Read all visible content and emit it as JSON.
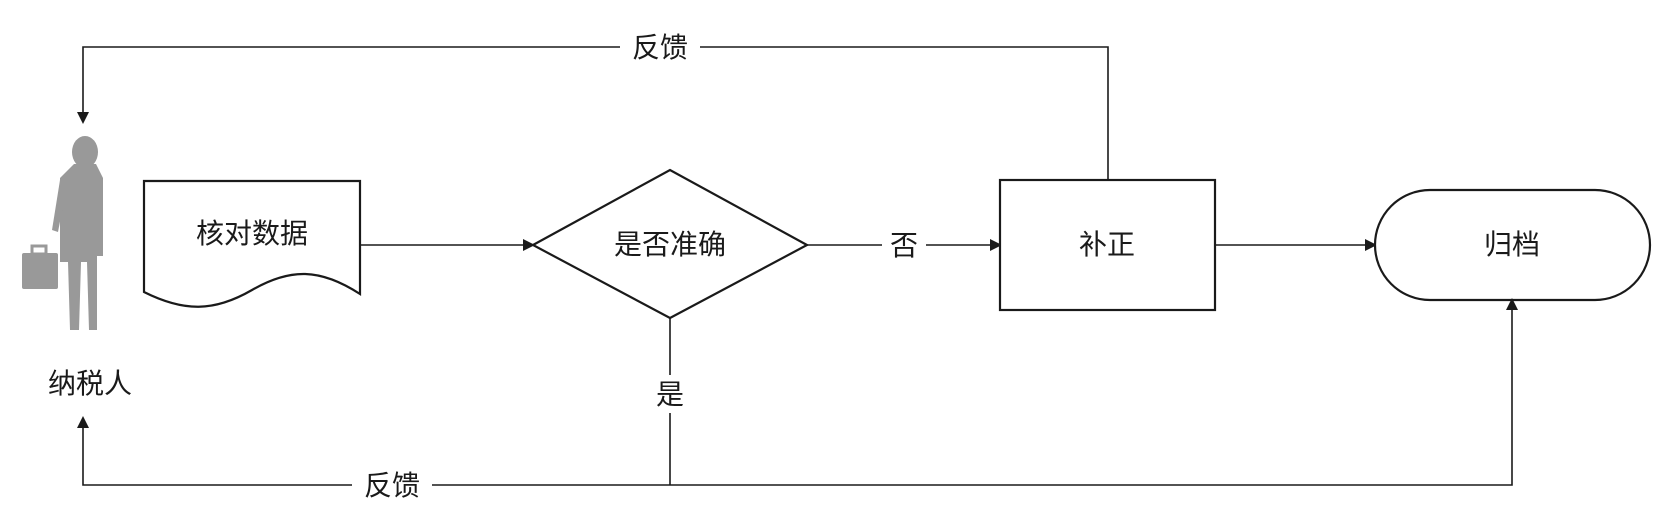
{
  "nodes": {
    "taxpayer": {
      "label": "纳税人",
      "icon": "businessman-icon",
      "color": "#999999"
    },
    "check": {
      "label": "核对数据"
    },
    "decision": {
      "label": "是否准确"
    },
    "correct": {
      "label": "补正"
    },
    "archive": {
      "label": "归档"
    }
  },
  "edges": {
    "no_label": "否",
    "yes_label": "是",
    "feedback_top": "反馈",
    "feedback_bottom": "反馈"
  }
}
